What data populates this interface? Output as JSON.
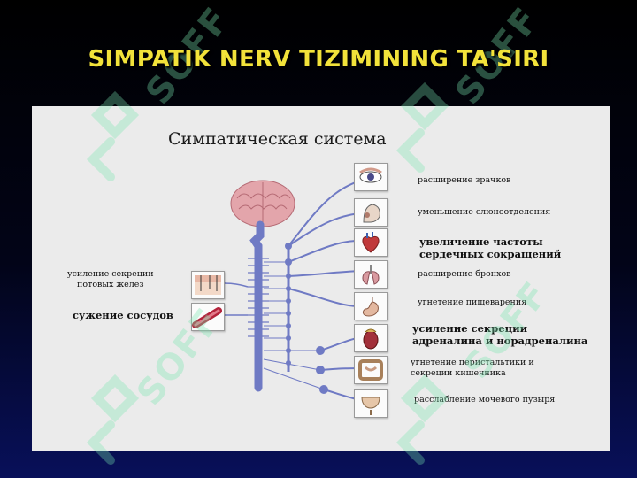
{
  "slide": {
    "title": "SIMPATIK NERV TIZIMINING TA'SIRI"
  },
  "diagram": {
    "title": "Симпатическая система",
    "effects_right": [
      {
        "label": "расширение зрачков",
        "organ_icon": "eye-icon"
      },
      {
        "label": "уменьшение слюноотделения",
        "organ_icon": "salivary-gland-icon"
      },
      {
        "label": "увеличение частоты\nсердечных сокращений",
        "organ_icon": "heart-icon"
      },
      {
        "label": "расширение бронхов",
        "organ_icon": "lungs-icon"
      },
      {
        "label": "угнетение пищеварения",
        "organ_icon": "stomach-icon"
      },
      {
        "label": "усиление секреции\nадреналина и норадреналина",
        "organ_icon": "adrenal-gland-icon"
      },
      {
        "label": "угнетение перистальтики и\nсекреции кишечника",
        "organ_icon": "intestine-icon"
      },
      {
        "label": "расслабление мочевого пузыря",
        "organ_icon": "bladder-icon"
      }
    ],
    "effects_left": [
      {
        "label": "усиление секреции\nпотовых желез",
        "organ_icon": "skin-sweat-gland-icon"
      },
      {
        "label": "сужение сосудов",
        "organ_icon": "blood-vessel-icon"
      }
    ],
    "colors": {
      "nerve": "#6f7ac4",
      "brain": "#e0a3a8",
      "panel": "#ebebeb",
      "title": "#f2e23a"
    }
  },
  "watermark": {
    "text": "SOFF"
  }
}
